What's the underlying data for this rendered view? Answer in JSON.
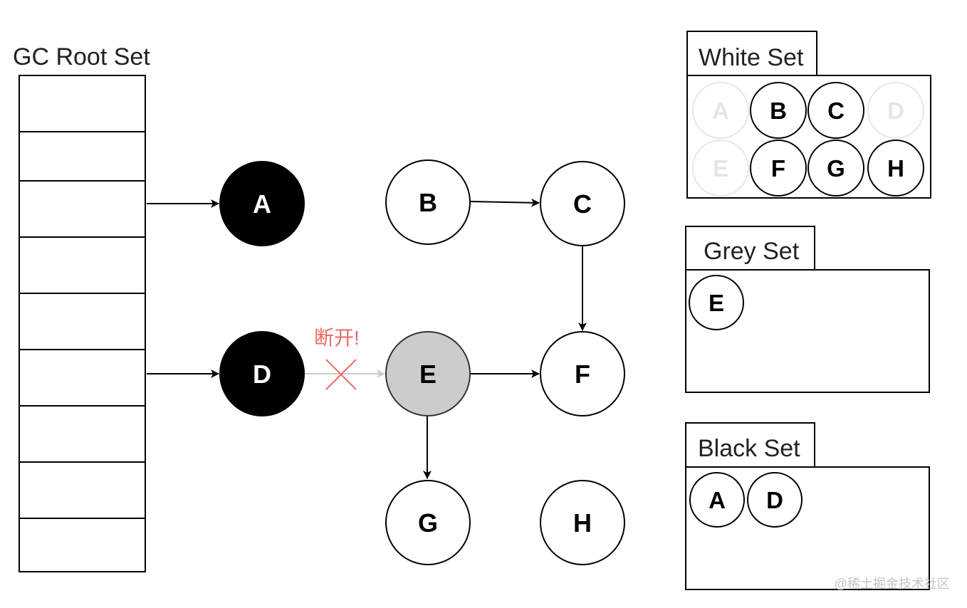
{
  "gc_root_title": "GC Root Set",
  "break_label": "断开!",
  "watermark": "@稀土掘金技术社区",
  "nodes": {
    "A": {
      "label": "A",
      "state": "black"
    },
    "B": {
      "label": "B",
      "state": "white"
    },
    "C": {
      "label": "C",
      "state": "white"
    },
    "D": {
      "label": "D",
      "state": "black"
    },
    "E": {
      "label": "E",
      "state": "grey"
    },
    "F": {
      "label": "F",
      "state": "white"
    },
    "G": {
      "label": "G",
      "state": "white"
    },
    "H": {
      "label": "H",
      "state": "white"
    }
  },
  "edges": [
    {
      "from": "root-3",
      "to": "A"
    },
    {
      "from": "root-6",
      "to": "D"
    },
    {
      "from": "D",
      "to": "E",
      "broken": true
    },
    {
      "from": "B",
      "to": "C"
    },
    {
      "from": "C",
      "to": "F"
    },
    {
      "from": "E",
      "to": "F"
    },
    {
      "from": "E",
      "to": "G"
    }
  ],
  "sets": {
    "white": {
      "title": "White Set",
      "items": [
        {
          "label": "A",
          "faded": true
        },
        {
          "label": "B",
          "faded": false
        },
        {
          "label": "C",
          "faded": false
        },
        {
          "label": "D",
          "faded": true
        },
        {
          "label": "E",
          "faded": true
        },
        {
          "label": "F",
          "faded": false
        },
        {
          "label": "G",
          "faded": false
        },
        {
          "label": "H",
          "faded": false
        }
      ]
    },
    "grey": {
      "title": "Grey Set",
      "items": [
        {
          "label": "E",
          "faded": false
        }
      ]
    },
    "black": {
      "title": "Black Set",
      "items": [
        {
          "label": "A",
          "faded": false
        },
        {
          "label": "D",
          "faded": false
        }
      ]
    }
  },
  "colors": {
    "black_node": "#000000",
    "grey_node": "#cccccc",
    "white_node": "#ffffff",
    "broken_edge": "#cccccc",
    "break_mark": "#ea6b66",
    "faded": "#e6e6e6",
    "watermark": "#c4c4c4"
  }
}
